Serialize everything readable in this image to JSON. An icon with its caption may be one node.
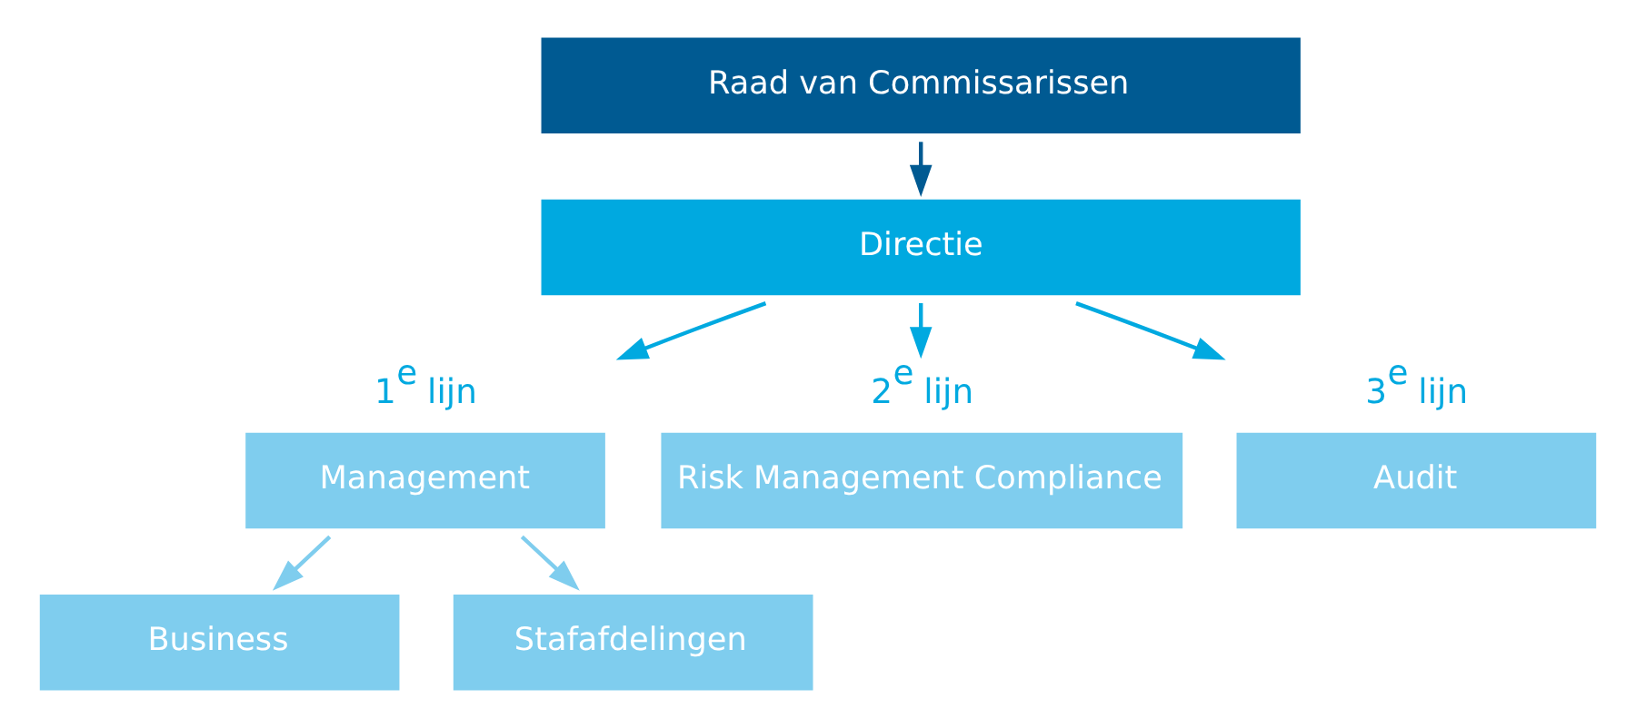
{
  "diagram": {
    "nodes": [
      {
        "text": [
          "Raad van Commissarissen"
        ]
      },
      {
        "text": [
          "Directie"
        ]
      },
      {
        "text": [
          "Management"
        ],
        "beside": [
          "1$^{e}$ lijn"
        ]
      },
      {
        "text": [
          "Risk Management Compliance"
        ],
        "beside": [
          "2$^{e}$ lijn"
        ]
      },
      {
        "text": [
          "Audit"
        ],
        "beside": [
          "3$^{e}$ lijn"
        ]
      },
      {
        "text": [
          "Business"
        ]
      },
      {
        "text": [
          "Stafafdelingen"
        ]
      }
    ],
    "edges": [
      {
        "from": 0,
        "to": 1,
        "arrow": "to",
        "color": "#005a92"
      },
      {
        "from": 1,
        "to": 2,
        "arrow": "to"
      },
      {
        "from": 1,
        "to": 3,
        "arrow": "to"
      },
      {
        "from": 1,
        "to": 4,
        "arrow": "to"
      },
      {
        "from": 2,
        "to": 5,
        "arrow": "to",
        "color": "#7fcdee"
      },
      {
        "from": 2,
        "to": 6,
        "arrow": "to",
        "color": "#7fcdee"
      }
    ]
  }
}
